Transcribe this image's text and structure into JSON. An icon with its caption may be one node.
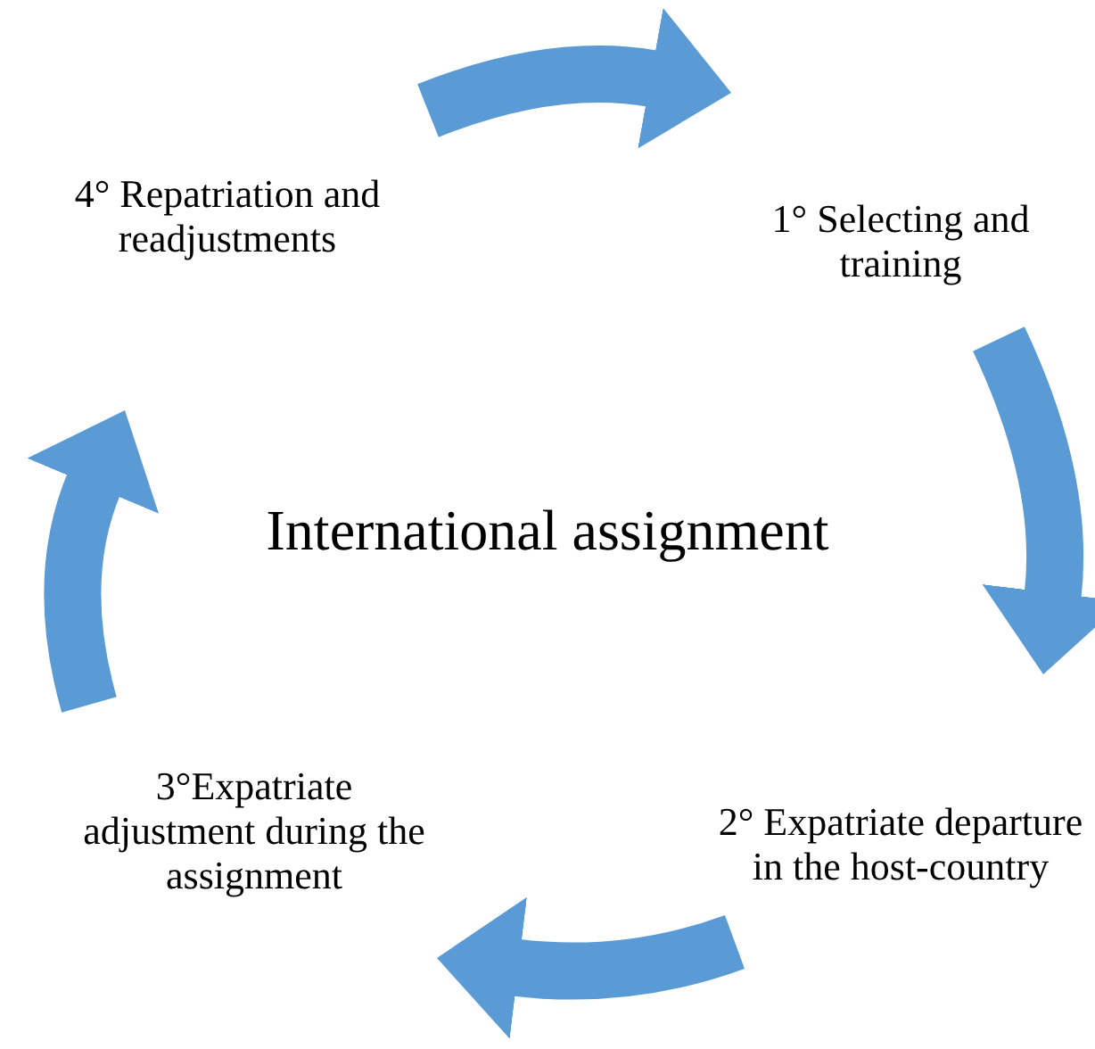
{
  "diagram": {
    "nodes": [
      {
        "text": [
          "International assignment"
        ]
      },
      {
        "text": [
          "1° Selecting and training"
        ]
      },
      {
        "text": [
          "2° Expatriate departure in the host-country"
        ]
      },
      {
        "text": [
          "3°Expatriate adjustment during the assignment"
        ]
      },
      {
        "text": [
          "4° Repatriation and readjustments"
        ]
      }
    ],
    "edges": [
      {
        "from": 4,
        "to": 1,
        "arrow": "to"
      },
      {
        "from": 1,
        "to": 2,
        "arrow": "to"
      },
      {
        "from": 2,
        "to": 3,
        "arrow": "to"
      },
      {
        "from": 3,
        "to": 4,
        "arrow": "to"
      }
    ]
  }
}
